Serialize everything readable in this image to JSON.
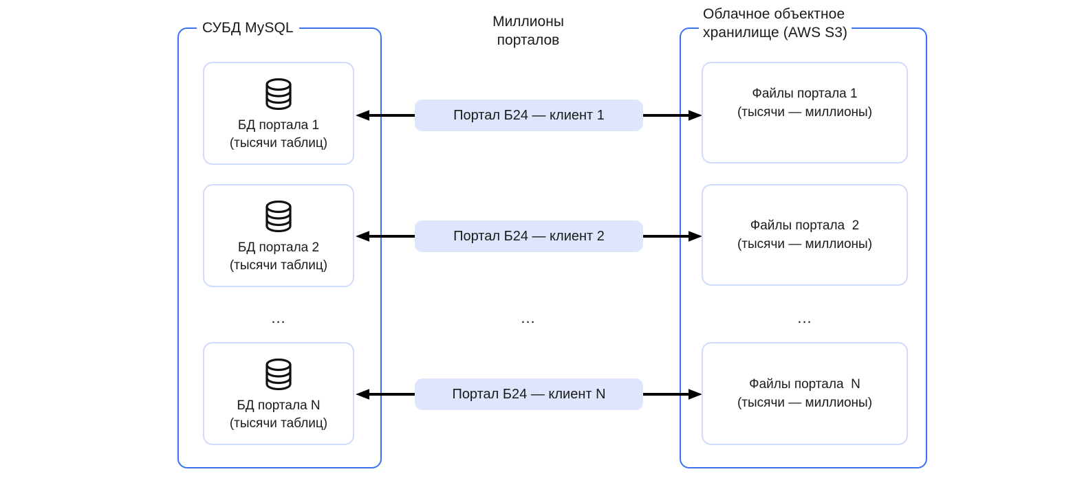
{
  "diagram": {
    "center_title": "Миллионы порталов",
    "groups": {
      "db": {
        "legend": "СУБД MySQL"
      },
      "s3": {
        "legend_line1": "Облачное объектное",
        "legend_line2": "хранилище (AWS S3)"
      }
    },
    "ellipsis": "...",
    "colors": {
      "group_border": "#3b72f5",
      "card_border": "#cfdbfa",
      "pill_background": "#dde6fc",
      "arrow": "#000000",
      "text": "#1a1a1a",
      "page_background": "#ffffff"
    },
    "rows": [
      {
        "db_line1": "БД портала 1",
        "db_line2": "(тысячи таблиц)",
        "pill": "Портал Б24 — клиент 1",
        "s3_line1": "Файлы портала 1",
        "s3_line2": "(тысячи — миллионы)"
      },
      {
        "db_line1": "БД портала 2",
        "db_line2": "(тысячи таблиц)",
        "pill": "Портал Б24 — клиент 2",
        "s3_line1": "Файлы портала  2",
        "s3_line2": "(тысячи — миллионы)"
      },
      {
        "db_line1": "БД портала N",
        "db_line2": "(тысячи таблиц)",
        "pill": "Портал Б24 — клиент N",
        "s3_line1": "Файлы портала  N",
        "s3_line2": "(тысячи — миллионы)"
      }
    ]
  }
}
